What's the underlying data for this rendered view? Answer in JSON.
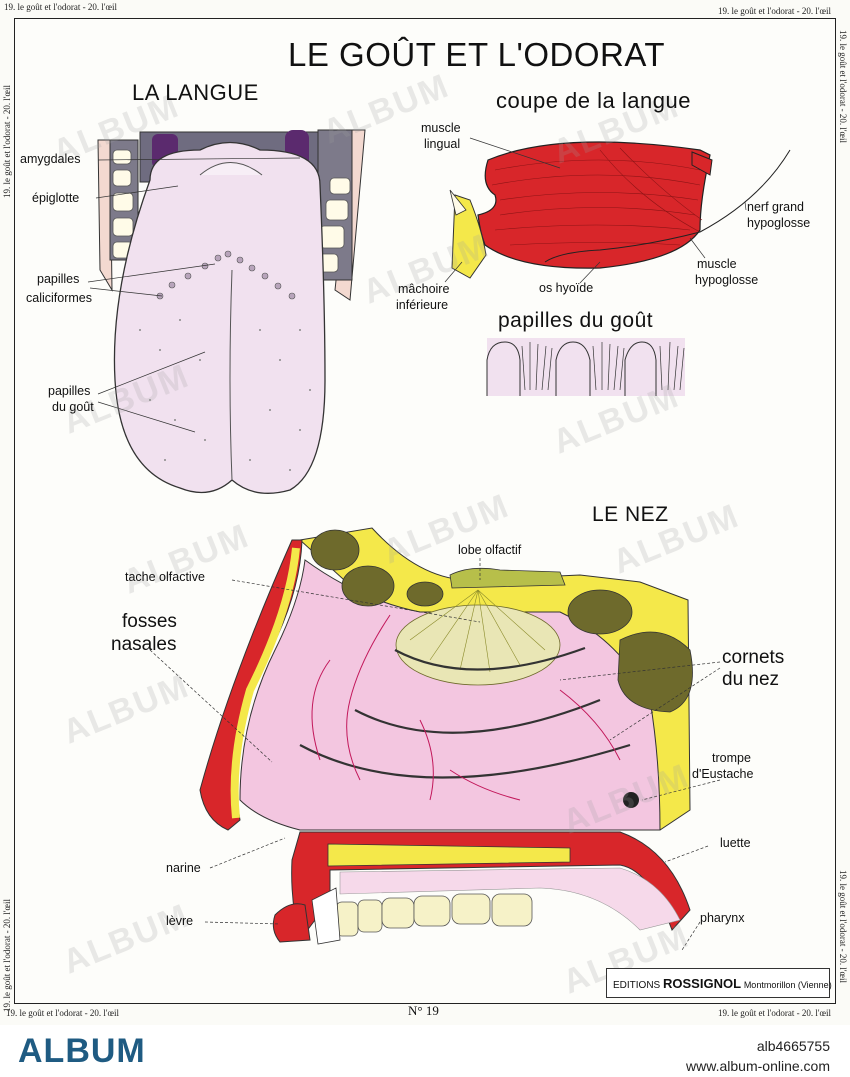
{
  "edge": {
    "top_left": "19. le goût et l'odorat - 20. l'œil",
    "top_right": "19. le goût et l'odorat - 20. l'œil",
    "bottom_left": "19. le goût et l'odorat - 20. l'œil",
    "bottom_right": "19. le goût et l'odorat - 20. l'œil",
    "side": "19. le goût et l'odorat - 20. l'œil"
  },
  "title": "LE GOÛT ET L'ODORAT",
  "sections": {
    "langue": "LA LANGUE",
    "coupe": "coupe de la langue",
    "papilles_gout": "papilles du goût",
    "nez": "LE NEZ"
  },
  "labels": {
    "amygdales": "amygdales",
    "epiglotte": "épiglotte",
    "papilles": "papilles",
    "caliciformes": "caliciformes",
    "papilles2": "papilles",
    "du_gout": "du goût",
    "muscle": "muscle",
    "lingual": "lingual",
    "nerf_grand": "nerf grand",
    "hypoglosse": "hypoglosse",
    "muscle2": "muscle",
    "hypoglosse2": "hypoglosse",
    "os_hyoide": "os hyoïde",
    "machoire": "mâchoire",
    "inferieure": "inférieure",
    "lobe_olfactif": "lobe olfactif",
    "tache_olfactive": "tache olfactive",
    "fosses": "fosses",
    "nasales": "nasales",
    "cornets": "cornets",
    "du_nez": "du nez",
    "trompe": "trompe",
    "d_eustache": "d'Eustache",
    "narine": "narine",
    "luette": "luette",
    "levre": "lèvre",
    "pharynx": "pharynx"
  },
  "editions": {
    "prefix": "EDITIONS",
    "name": "ROSSIGNOL",
    "place": "Montmorillon (Vienne)"
  },
  "plate_number": "N° 19",
  "footer": {
    "logo": "ALBUM",
    "id": "alb4665755",
    "url": "www.album-online.com"
  },
  "watermark": "ALBUM",
  "colors": {
    "tongue": "#f1e1ef",
    "muscle": "#d8262a",
    "bone_yellow": "#f4e84a",
    "nasal_pink": "#f3c6e0",
    "olive": "#6e6a2c",
    "purple": "#5b2a6e",
    "grey": "#7d7a8a"
  }
}
